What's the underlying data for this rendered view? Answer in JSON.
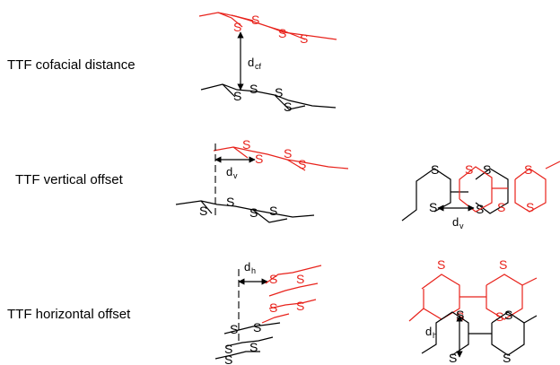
{
  "labels": {
    "cofacial": "TTF cofacial distance",
    "vertical": "TTF vertical offset",
    "horizontal": "TTF horizontal offset"
  },
  "atom": "S",
  "distances": {
    "cofacial": {
      "letter": "d",
      "sub": "cf"
    },
    "vertical": {
      "letter": "d",
      "sub": "v"
    },
    "horizontal": {
      "letter": "d",
      "sub": "h"
    }
  },
  "colors": {
    "top_molecule": "#e8231c",
    "bottom_molecule": "#000000",
    "arrow": "#000000"
  }
}
